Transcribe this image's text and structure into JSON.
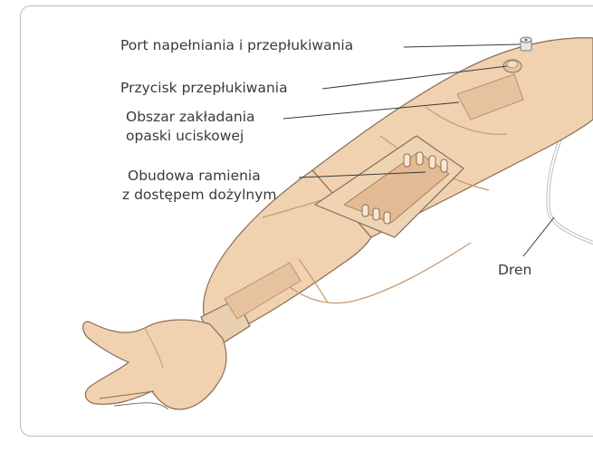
{
  "labels": {
    "fill_port": "Port napełniania i przepłukiwania",
    "flush_button": "Przycisk przepłukiwania",
    "tourniquet_area_line1": "Obszar zakładania",
    "tourniquet_area_line2": "opaski uciskowej",
    "iv_housing_line1": "Obudowa ramienia",
    "iv_housing_line2": "z dostępem dożylnym",
    "tubing": "Dren"
  },
  "colors": {
    "skin_fill": "#f0d2b0",
    "skin_shade": "#e2bb94",
    "skin_outline": "#8a6c54",
    "seam": "#c89c74",
    "pad": "#e6c39e",
    "leader_line": "#3a3a3a",
    "frame": "#b9b9b9"
  }
}
